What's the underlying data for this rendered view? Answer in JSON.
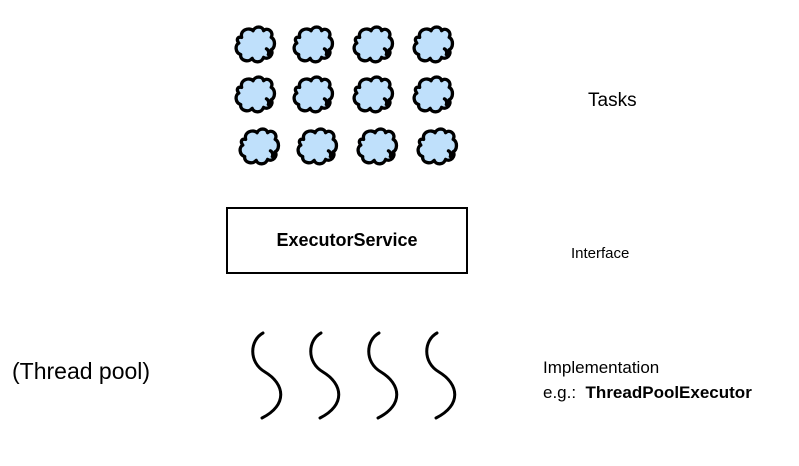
{
  "labels": {
    "tasks": "Tasks",
    "interface": "Interface",
    "thread_pool": "(Thread pool)",
    "implementation": "Implementation",
    "example_prefix": "e.g.:",
    "example_class": "ThreadPoolExecutor"
  },
  "executor_box": {
    "label": "ExecutorService"
  },
  "colors": {
    "task_fill": "#bfe0fb",
    "stroke": "#000000"
  },
  "task_count": 12,
  "thread_count": 4
}
